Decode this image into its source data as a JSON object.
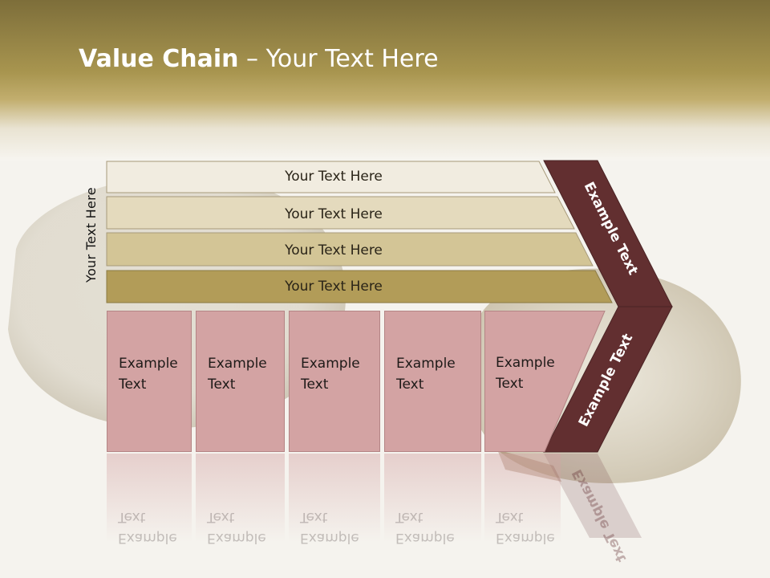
{
  "slide": {
    "title_bold": "Value Chain",
    "title_rest": " – Your Text Here",
    "side_label": "Your Text Here"
  },
  "rows": [
    {
      "label": "Your Text Here",
      "color": "#f1ece0"
    },
    {
      "label": "Your Text Here",
      "color": "#e4dabd"
    },
    {
      "label": "Your Text Here",
      "color": "#d3c596"
    },
    {
      "label": "Your Text Here",
      "color": "#b29c58"
    }
  ],
  "chevron": {
    "top_label": "Example Text",
    "bottom_label": "Example Text",
    "color": "#622f30"
  },
  "boxes": [
    {
      "label": "Example\nText"
    },
    {
      "label": "Example\nText"
    },
    {
      "label": "Example\nText"
    },
    {
      "label": "Example\nText"
    },
    {
      "label": "Example\nText"
    }
  ],
  "colors": {
    "box_fill": "#d3a3a3",
    "header": "#a8954f"
  }
}
